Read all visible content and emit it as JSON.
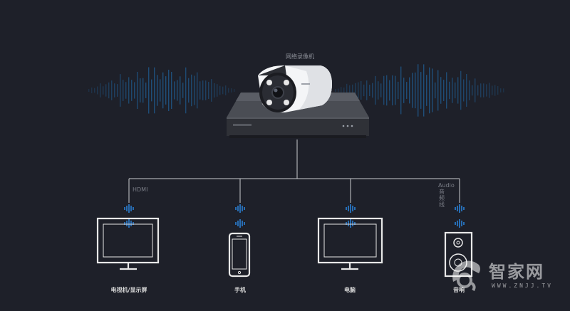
{
  "diagram": {
    "title": "网络录像机",
    "hdmi_label": "HDMI",
    "audio_label_en": "Audio",
    "audio_label_cn": "音频线",
    "devices": [
      {
        "name": "tv-monitor",
        "label": "电视机/显示屏"
      },
      {
        "name": "phone",
        "label": "手机"
      },
      {
        "name": "computer",
        "label": "电脑"
      },
      {
        "name": "speaker",
        "label": "音响"
      }
    ]
  },
  "watermark": {
    "text": "智家网",
    "url": "WWW.ZNJJ.TV"
  },
  "colors": {
    "background": "#1e2029",
    "line": "#c9cbd0",
    "accent_blue": "#2a7fd4",
    "wave": "#1f4f7a"
  }
}
